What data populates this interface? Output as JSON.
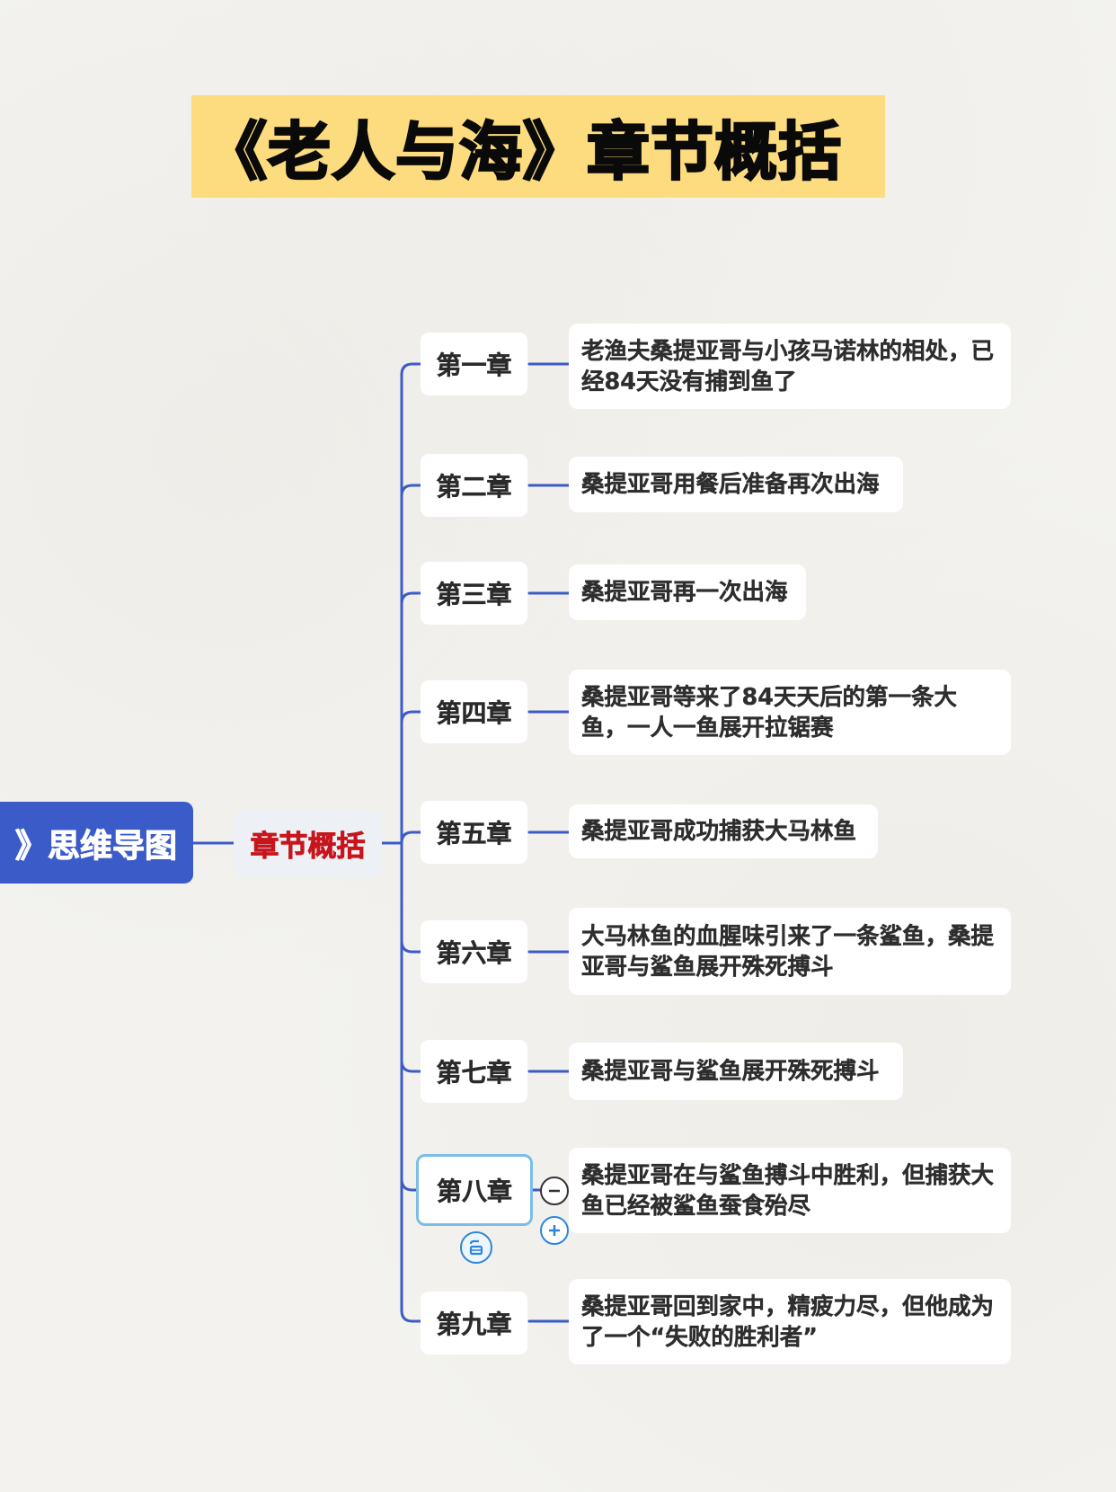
{
  "title": "《老人与海》章节概括",
  "root_node": {
    "label": "》思维导图"
  },
  "hub_node": {
    "label": "章节概括"
  },
  "colors": {
    "title_bg": "#fddc7f",
    "root_bg": "#3b5bc8",
    "hub_text": "#c8141c",
    "connector": "#3b5bc8",
    "selection_border": "#7bbde8",
    "control_blue": "#2e86d9"
  },
  "chapters": [
    {
      "label": "第一章",
      "summary": "老渔夫桑提亚哥与小孩马诺林的相处，已经84天没有捕到鱼了"
    },
    {
      "label": "第二章",
      "summary": "桑提亚哥用餐后准备再次出海"
    },
    {
      "label": "第三章",
      "summary": "桑提亚哥再一次出海"
    },
    {
      "label": "第四章",
      "summary": "桑提亚哥等来了84天天后的第一条大鱼，一人一鱼展开拉锯赛"
    },
    {
      "label": "第五章",
      "summary": "桑提亚哥成功捕获大马林鱼"
    },
    {
      "label": "第六章",
      "summary": "大马林鱼的血腥味引来了一条鲨鱼，桑提亚哥与鲨鱼展开殊死搏斗"
    },
    {
      "label": "第七章",
      "summary": "桑提亚哥与鲨鱼展开殊死搏斗"
    },
    {
      "label": "第八章",
      "summary": "桑提亚哥在与鲨鱼搏斗中胜利，但捕获大鱼已经被鲨鱼蚕食殆尽"
    },
    {
      "label": "第九章",
      "summary": "桑提亚哥回到家中，精疲力尽，但他成为了一个“失败的胜利者”"
    }
  ],
  "selected_chapter_index": 7,
  "node_controls": {
    "collapse": "minus-circle",
    "add_child": "plus-circle",
    "add_note": "note-circle"
  }
}
